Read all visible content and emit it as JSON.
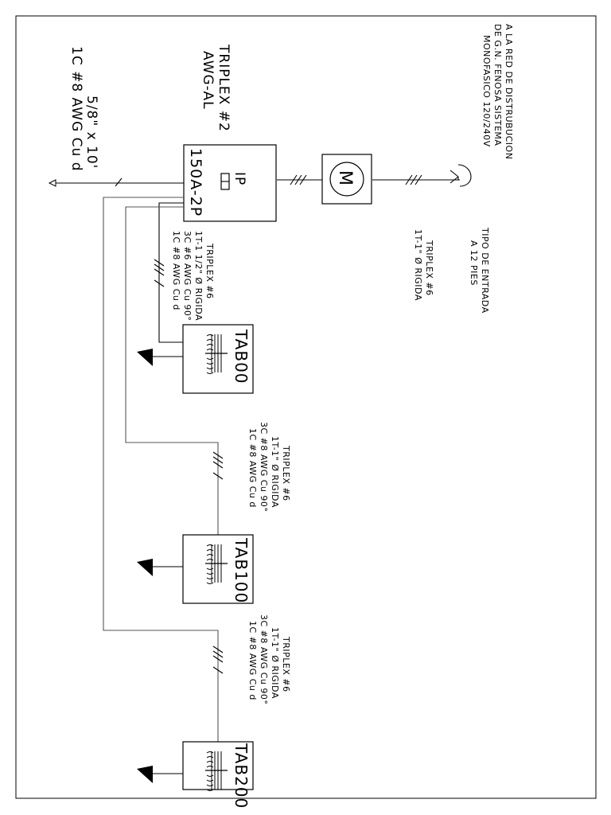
{
  "source_note": {
    "line1": "A LA RED DE DISTRUBUCION",
    "line2": "DE G.N. FENOSA SISTEMA",
    "line3": "MONOFASICO 120/240V"
  },
  "entry_type": {
    "line1": "TIPO DE ENTRADA",
    "line2": "A 12 PIES"
  },
  "entry_cable": {
    "line1": "TRIPLEX #6",
    "line2": "1T-1\" Ø RIGIDA"
  },
  "meter": {
    "symbol": "M"
  },
  "main_breaker": {
    "label": "IP",
    "rating": "150A-2P"
  },
  "feeder_main": {
    "line1": "TRIPLEX #2",
    "line2": "AWG-AL"
  },
  "ground_rod": {
    "line1": "5/8\" x 10'",
    "line2": "1C #8 AWG Cu d"
  },
  "panels": [
    {
      "name": "TAB00",
      "feeder": [
        "TRIPLEX #6",
        "1T-1 1/2\" Ø RIGIDA",
        "3C #6 AWG Cu 90°",
        "1C #8 AWG Cu d"
      ]
    },
    {
      "name": "TAB100",
      "feeder": [
        "TRIPLEX #6",
        "1T-1\" Ø RIGIDA",
        "3C #8 AWG Cu 90°",
        "1C #8 AWG Cu d"
      ]
    },
    {
      "name": "TAB200",
      "feeder": [
        "TRIPLEX #6",
        "1T-1\" Ø RIGIDA",
        "3C #8 AWG Cu 90°",
        "1C #8 AWG Cu d"
      ]
    }
  ]
}
